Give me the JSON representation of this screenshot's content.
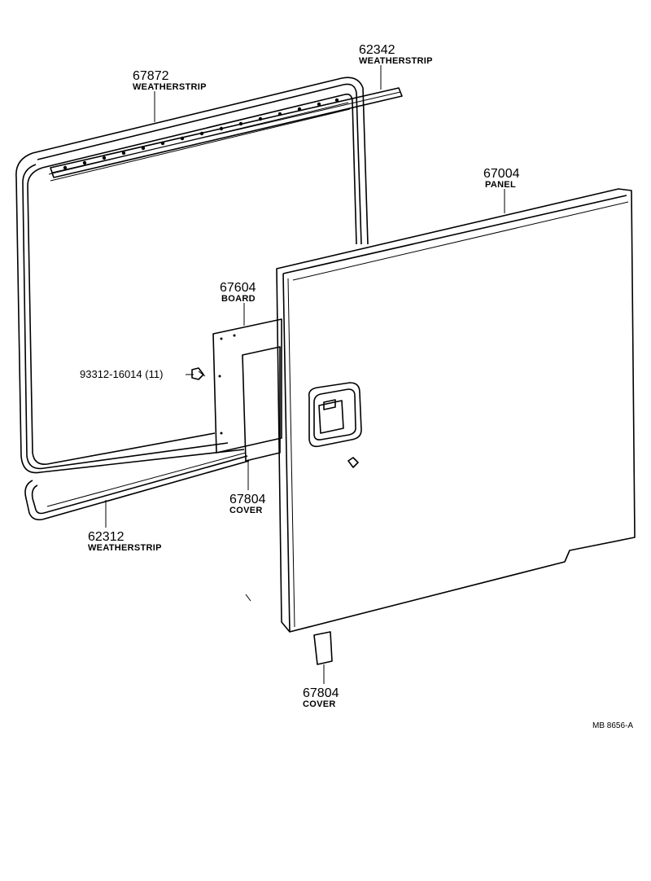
{
  "diagram": {
    "callouts": [
      {
        "id": "weatherstrip-top",
        "part_no": "67872",
        "name": "WEATHERSTRIP"
      },
      {
        "id": "weatherstrip-upper",
        "part_no": "62342",
        "name": "WEATHERSTRIP"
      },
      {
        "id": "panel",
        "part_no": "67004",
        "name": "PANEL"
      },
      {
        "id": "board",
        "part_no": "67604",
        "name": "BOARD"
      },
      {
        "id": "screw",
        "part_no": "93312-16014 (11)",
        "name": ""
      },
      {
        "id": "cover-mid",
        "part_no": "67804",
        "name": "COVER"
      },
      {
        "id": "weatherstrip-lower",
        "part_no": "62312",
        "name": "WEATHERSTRIP"
      },
      {
        "id": "cover-bottom",
        "part_no": "67804",
        "name": "COVER"
      }
    ],
    "reference_code": "MB 8656-A"
  }
}
